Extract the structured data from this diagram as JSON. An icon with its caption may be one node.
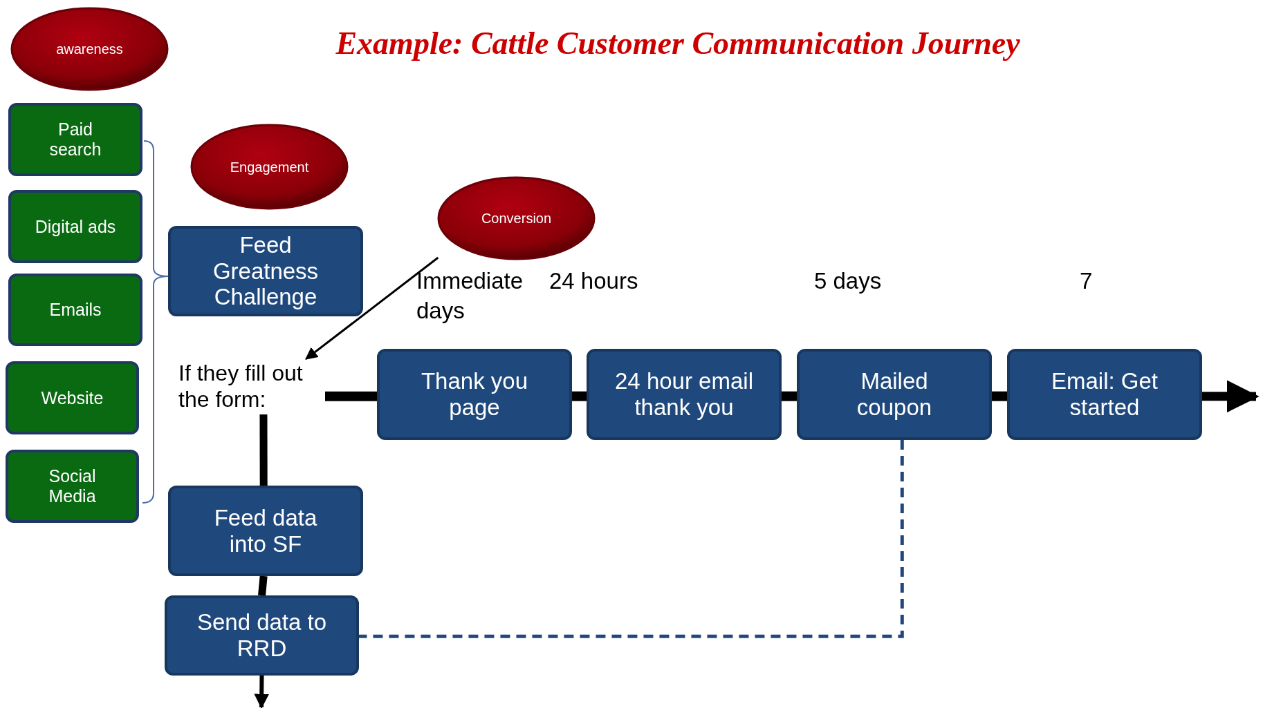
{
  "diagram": {
    "title": "Example: Cattle Customer Communication Journey",
    "nodes": [
      {
        "text": [
          "awareness"
        ]
      },
      {
        "text": [
          "Paid search"
        ]
      },
      {
        "text": [
          "Digital ads"
        ]
      },
      {
        "text": [
          "Emails"
        ]
      },
      {
        "text": [
          "Website"
        ]
      },
      {
        "text": [
          "Social Media"
        ]
      },
      {
        "text": [
          "Engagement"
        ]
      },
      {
        "text": [
          "Feed Greatness Challenge"
        ]
      },
      {
        "text": [
          "Conversion"
        ]
      },
      {
        "text": [
          "If they fill out the form:"
        ]
      },
      {
        "text": [
          "Thank you page"
        ]
      },
      {
        "text": [
          "24 hour email thank you"
        ]
      },
      {
        "text": [
          "Mailed coupon"
        ]
      },
      {
        "text": [
          "Email: Get started"
        ]
      },
      {
        "text": [
          "Feed data into SF"
        ]
      },
      {
        "text": [
          "Send data to RRD"
        ]
      }
    ],
    "edges": [
      {
        "from": 8,
        "to": 9,
        "arrow": "to"
      },
      {
        "from": 9,
        "to": 10,
        "arrow": "none"
      },
      {
        "from": 10,
        "to": 11,
        "arrow": "none"
      },
      {
        "from": 11,
        "to": 12,
        "arrow": "none"
      },
      {
        "from": 12,
        "to": 13,
        "arrow": "none"
      },
      {
        "from": 13,
        "to": null,
        "arrow": "to"
      },
      {
        "from": 9,
        "to": 14,
        "arrow": "none"
      },
      {
        "from": 14,
        "to": 15,
        "arrow": "none"
      },
      {
        "from": 15,
        "to": null,
        "arrow": "to"
      },
      {
        "from": 12,
        "to": 15,
        "arrow": "none",
        "style": "dashed",
        "color": "#1f497d"
      }
    ],
    "labels": [
      "Immediate",
      "24 hours",
      "5 days",
      "7",
      "days"
    ]
  }
}
